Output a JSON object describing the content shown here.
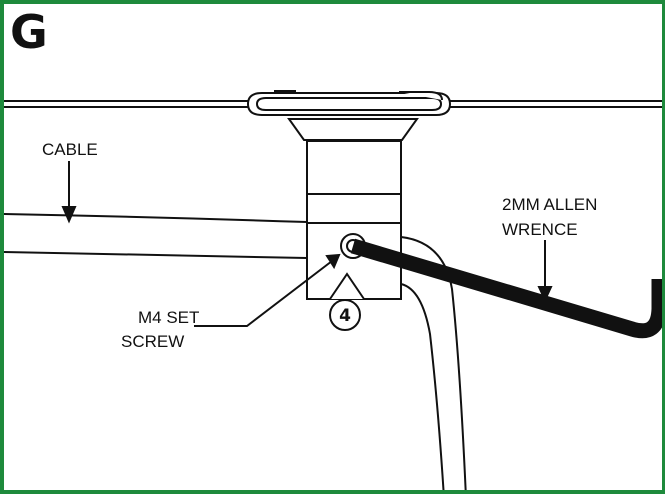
{
  "panel": {
    "letter": "G"
  },
  "labels": {
    "cable": "CABLE",
    "wrench_line1": "2MM ALLEN",
    "wrench_line2": "WRENCE",
    "screw_line1": "M4 SET",
    "screw_line2": "SCREW",
    "callout_number": "4"
  },
  "colors": {
    "border": "#1e8a3c",
    "ink": "#111111"
  }
}
